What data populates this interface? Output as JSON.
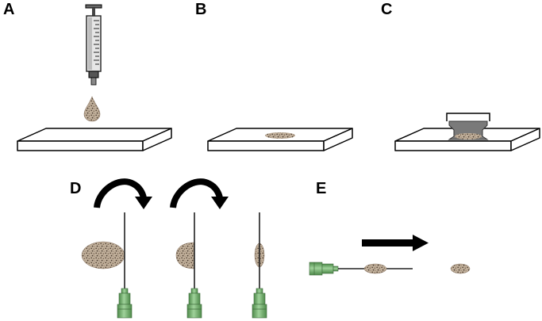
{
  "panels": {
    "a": "A",
    "b": "B",
    "c": "C",
    "d": "D",
    "e": "E"
  },
  "colors": {
    "line": "#000000",
    "sample_fill": "#b9a893",
    "sample_speckle": "#5a4a3c",
    "needle_hub": "#7fb77a",
    "needle_hub_dark": "#4e8a4a",
    "press_block": "#7a7a7a",
    "syringe_barrel": "#e8e8e8"
  },
  "icons": [
    "syringe-icon",
    "glass-slide-icon",
    "press-clamp-icon",
    "curved-arrow-icon",
    "needle-icon",
    "straight-arrow-icon"
  ]
}
